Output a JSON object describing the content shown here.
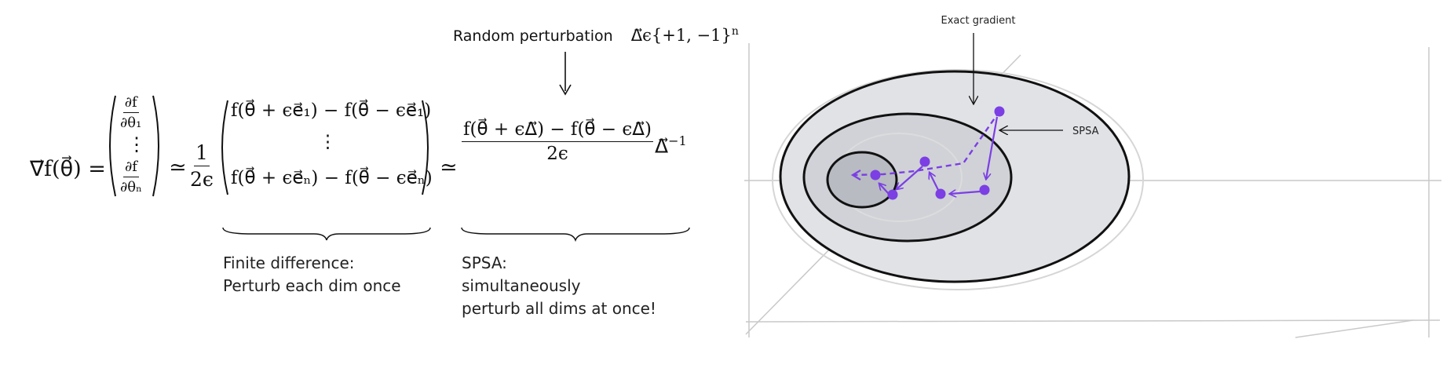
{
  "formula": {
    "lhs": "∇⃗f(θ⃗) =",
    "partial_top_num": "∂f",
    "partial_top_den": "∂θ₁",
    "vdots": "⋮",
    "partial_bot_num": "∂f",
    "partial_bot_den": "∂θₙ",
    "approx1": "≃",
    "half_num": "1",
    "half_den": "2ϵ",
    "fd_row1": "f(θ⃗ + ϵe⃗₁) − f(θ⃗ − ϵe⃗₁)",
    "fd_vdots": "⋮",
    "fd_rown": "f(θ⃗ + ϵe⃗ₙ) − f(θ⃗ − ϵe⃗ₙ)",
    "approx2": "≃",
    "spsa_num": "f(θ⃗ + ϵΔ⃗) − f(θ⃗ − ϵΔ⃗)",
    "spsa_den": "2ϵ",
    "spsa_tail": "Δ⃗",
    "spsa_exp": "−1"
  },
  "perturbation": {
    "label": "Random perturbation",
    "math": "Δ⃗ϵ{+1, −1}",
    "exp": "n"
  },
  "captions": {
    "finite_difference": [
      "Finite difference:",
      "Perturb each dim once"
    ],
    "spsa": [
      "SPSA:",
      "simultaneously",
      "perturb all dims at once!"
    ]
  },
  "diagram": {
    "exact_gradient_label": "Exact gradient",
    "spsa_label": "SPSA",
    "colors": {
      "path": "#7B3FE4",
      "outer_fill": "#e1e2e6",
      "mid_fill": "#d0d2d7",
      "inner_fill": "#b8bbc2",
      "line": "#111111",
      "grid": "#c9c9c9"
    }
  }
}
